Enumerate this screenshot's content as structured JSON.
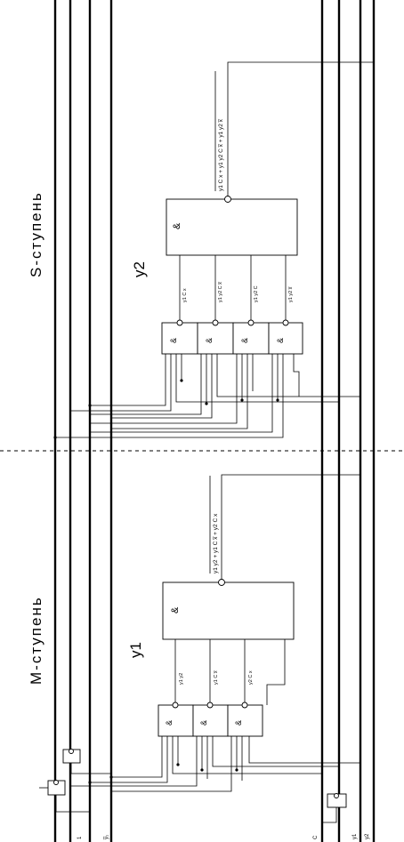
{
  "diagram": {
    "stage_labels": {
      "m_stage": "М-ступень",
      "s_stage": "S-ступень"
    },
    "output_labels": {
      "y1": "y1",
      "y2": "y2"
    },
    "gate_symbol": "&",
    "input_bus_labels": {
      "c": "C",
      "y1": "y1",
      "y2": "y2"
    },
    "left_bus_labels": {
      "l1": "1",
      "l2": "y̅₁"
    },
    "m_stage_gate_outputs": [
      "y1 y2",
      "y1 C x̅",
      "y2 C x"
    ],
    "s_stage_gate_outputs": [
      "y1 C x",
      "y1 y2 C x̅",
      "y1 y2 C",
      "y1 y2 x̅"
    ],
    "m_stage_expression": "y1 y2 + y1 C x̅ + y2 C x",
    "s_stage_expression": "y1 C x + y1 y2 C x̅ + y1 y2 x̅"
  }
}
